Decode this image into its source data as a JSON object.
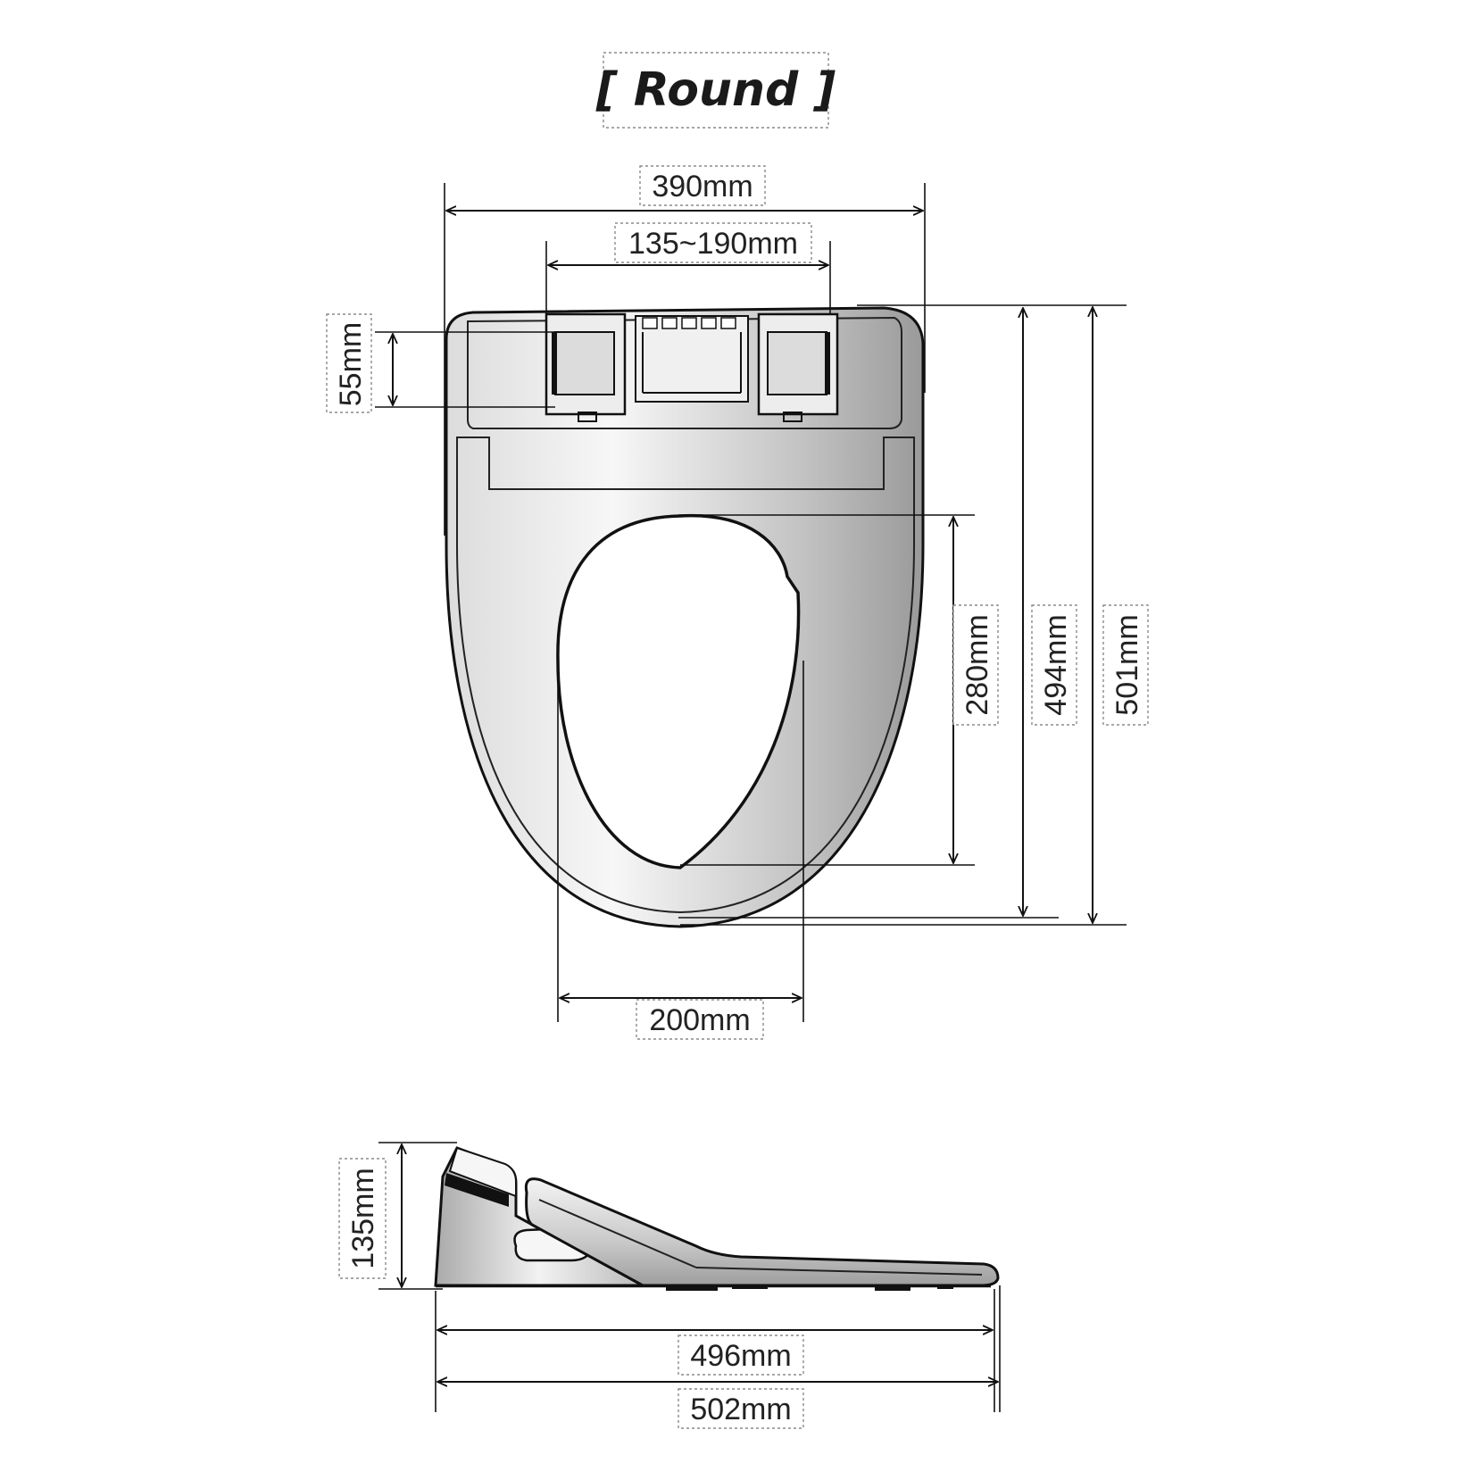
{
  "title": "[ Round ]",
  "top_view": {
    "overall_width": "390mm",
    "hinge_spacing": "135~190mm",
    "hinge_depth": "55mm",
    "opening_length": "280mm",
    "seat_length": "494mm",
    "overall_length": "501mm",
    "opening_width": "200mm"
  },
  "side_view": {
    "height": "135mm",
    "seat_length": "496mm",
    "overall_length": "502mm"
  },
  "colors": {
    "outline": "#111111",
    "body_light": "#f4f4f4",
    "body_dark": "#a9a9a9",
    "label_border": "#8a8a8a"
  }
}
